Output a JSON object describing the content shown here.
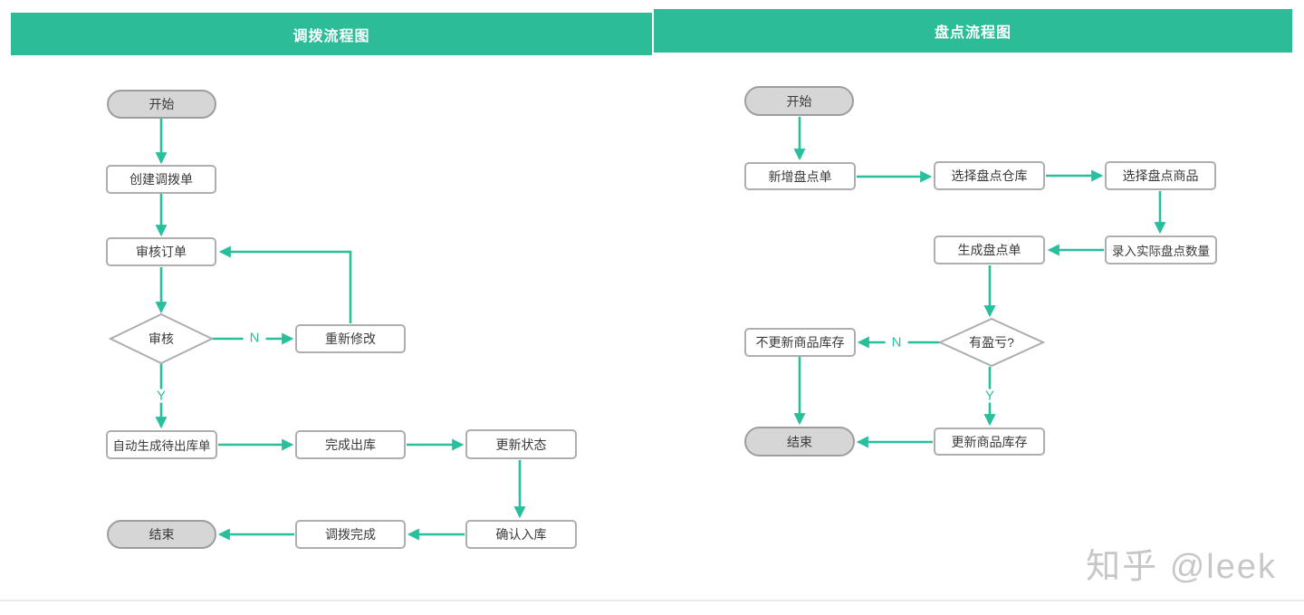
{
  "left_chart": {
    "title": "调拨流程图",
    "nodes": {
      "start": "开始",
      "create_order": "创建调拨单",
      "review_order": "审核订单",
      "review_decision": "审核",
      "revise": "重新修改",
      "auto_generate": "自动生成待出库单",
      "complete_outbound": "完成出库",
      "update_status": "更新状态",
      "confirm_inbound": "确认入库",
      "transfer_complete": "调拨完成",
      "end": "结束"
    },
    "branch_labels": {
      "no": "N",
      "yes": "Y"
    }
  },
  "right_chart": {
    "title": "盘点流程图",
    "nodes": {
      "start": "开始",
      "add_count_order": "新增盘点单",
      "select_warehouse": "选择盘点仓库",
      "select_product": "选择盘点商品",
      "enter_quantity": "录入实际盘点数量",
      "generate_order": "生成盘点单",
      "profit_loss_decision": "有盈亏?",
      "no_update_inventory": "不更新商品库存",
      "update_inventory": "更新商品库存",
      "end": "结束"
    },
    "branch_labels": {
      "no": "N",
      "yes": "Y"
    }
  },
  "watermark": "知乎 @leek",
  "colors": {
    "accent": "#27bf9c",
    "header": "#2cbd98",
    "node_border": "#aeaeae",
    "pill_fill": "#d6d6d6",
    "text": "#3a3a3a",
    "watermark": "#c7c7c7"
  }
}
